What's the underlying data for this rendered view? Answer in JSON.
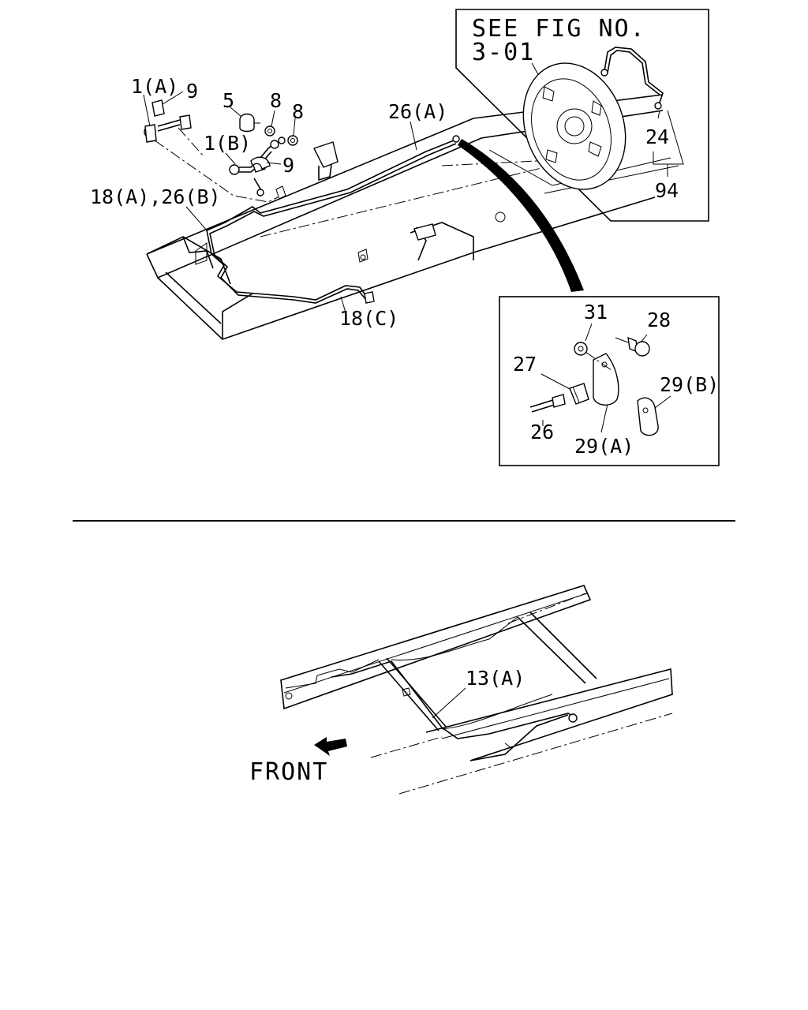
{
  "top_figure": {
    "labels": {
      "l1a": "1(A)",
      "l9a": "9",
      "l5": "5",
      "l8a": "8",
      "l8b": "8",
      "l1b": "1(B)",
      "l9b": "9",
      "l26a": "26(A)",
      "l18a26b": "18(A),26(B)",
      "l18c": "18(C)"
    }
  },
  "inset_drum": {
    "title_line1": "SEE FIG NO.",
    "title_line2": "3-01",
    "l24": "24",
    "l94": "94"
  },
  "inset_clamp": {
    "l31": "31",
    "l28": "28",
    "l27": "27",
    "l29b": "29(B)",
    "l26": "26",
    "l29a": "29(A)"
  },
  "bottom_figure": {
    "l13a": "13(A)",
    "front": "FRONT"
  }
}
